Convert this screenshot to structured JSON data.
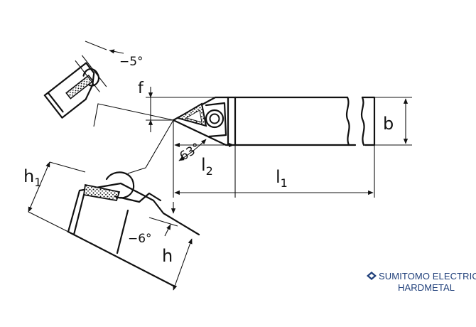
{
  "labels": {
    "f": "f",
    "b": "b",
    "l1_main": "l",
    "l1_sub": "1",
    "l2_main": "l",
    "l2_sub": "2",
    "h1_main": "h",
    "h1_sub": "1",
    "h": "h",
    "angle_63": "63°",
    "angle_minus5": "−5°",
    "angle_minus6": "−6°"
  },
  "brand": {
    "line1": "SUMITOMO ELECTRIC",
    "line2": "HARDMETAL",
    "color": "#1f3f7a"
  },
  "icons": {
    "logo": "sumitomo-diamond-logo-icon"
  }
}
